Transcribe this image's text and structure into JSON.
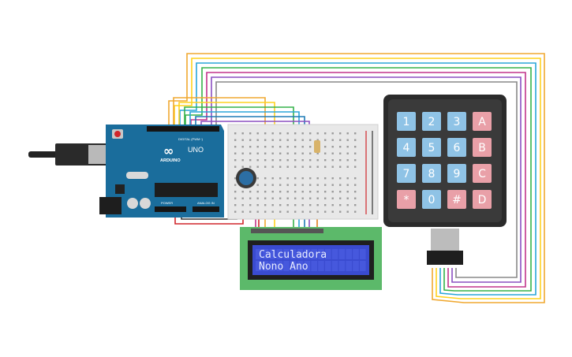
{
  "arduino": {
    "brand": "ARDUINO",
    "model": "UNO",
    "digital_label": "DIGITAL (PWM~)",
    "power_label": "POWER",
    "analog_label": "ANALOG IN",
    "logo_symbol": "∞"
  },
  "lcd": {
    "line1": "Calculadora",
    "line2": "Nono Ano",
    "backlight_color": "#3a4bd0",
    "text_color": "#e8ecff"
  },
  "keypad": {
    "keys": [
      {
        "label": "1",
        "kind": "digit"
      },
      {
        "label": "2",
        "kind": "digit"
      },
      {
        "label": "3",
        "kind": "digit"
      },
      {
        "label": "A",
        "kind": "letter"
      },
      {
        "label": "4",
        "kind": "digit"
      },
      {
        "label": "5",
        "kind": "digit"
      },
      {
        "label": "6",
        "kind": "digit"
      },
      {
        "label": "B",
        "kind": "letter"
      },
      {
        "label": "7",
        "kind": "digit"
      },
      {
        "label": "8",
        "kind": "digit"
      },
      {
        "label": "9",
        "kind": "digit"
      },
      {
        "label": "C",
        "kind": "letter"
      },
      {
        "label": "*",
        "kind": "symbol"
      },
      {
        "label": "0",
        "kind": "digit"
      },
      {
        "label": "#",
        "kind": "symbol"
      },
      {
        "label": "D",
        "kind": "letter"
      }
    ],
    "digit_color": "#8fc3e6",
    "letter_color": "#e9a0a8"
  },
  "colors": {
    "arduino_board": "#1a6d9c",
    "breadboard": "#e8e8e8",
    "lcd_pcb": "#5cb96a",
    "keypad_frame": "#2b2b2b",
    "wires": [
      "#f0a830",
      "#ffd21f",
      "#2aa6d8",
      "#35b24a",
      "#c2338b",
      "#8a4fc1",
      "#1f7bb5",
      "#888888",
      "#d0262b",
      "#e07d1c"
    ]
  }
}
